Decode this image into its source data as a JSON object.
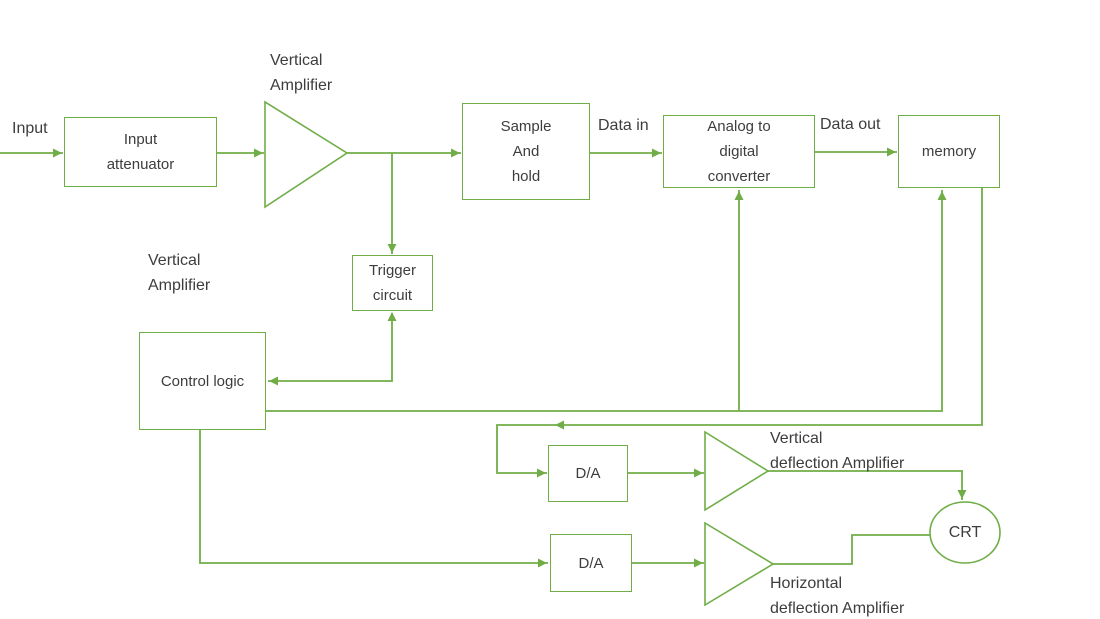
{
  "nodes": {
    "input_attenuator": "Input\nattenuator",
    "sample_and_hold": "Sample\nAnd\nhold",
    "adc": "Analog to\ndigital\nconverter",
    "memory": "memory",
    "trigger_circuit": "Trigger\ncircuit",
    "control_logic": "Control logic",
    "da_vertical": "D/A",
    "da_horizontal": "D/A",
    "crt": "CRT"
  },
  "labels": {
    "input": "Input",
    "vertical_amplifier_top": "Vertical\nAmplifier",
    "vertical_amplifier_mid": "Vertical\nAmplifier",
    "data_in": "Data in",
    "data_out": "Data out",
    "vertical_deflection": "Vertical\ndeflection Amplifier",
    "horizontal_deflection": "Horizontal\ndeflection Amplifier"
  },
  "colors": {
    "line": "#70AD47",
    "text": "#3D3D3D",
    "background": "#FFFFFF"
  },
  "connections": [
    {
      "from": "Input",
      "to": "Input attenuator"
    },
    {
      "from": "Input attenuator",
      "to": "Vertical Amplifier"
    },
    {
      "from": "Vertical Amplifier",
      "to": "Sample And hold"
    },
    {
      "from": "Vertical Amplifier",
      "to": "Trigger circuit"
    },
    {
      "from": "Sample And hold",
      "to": "Analog to digital converter",
      "label": "Data in"
    },
    {
      "from": "Analog to digital converter",
      "to": "memory",
      "label": "Data out"
    },
    {
      "from": "Trigger circuit",
      "to": "Control logic",
      "bidirectional": true
    },
    {
      "from": "Control logic",
      "to": "Analog to digital converter"
    },
    {
      "from": "Control logic",
      "to": "memory"
    },
    {
      "from": "memory",
      "to": "D/A (vertical)"
    },
    {
      "from": "D/A (vertical)",
      "to": "Vertical deflection Amplifier"
    },
    {
      "from": "Vertical deflection Amplifier",
      "to": "CRT"
    },
    {
      "from": "Control logic",
      "to": "D/A (horizontal)"
    },
    {
      "from": "D/A (horizontal)",
      "to": "Horizontal deflection Amplifier"
    },
    {
      "from": "Horizontal deflection Amplifier",
      "to": "CRT"
    }
  ]
}
